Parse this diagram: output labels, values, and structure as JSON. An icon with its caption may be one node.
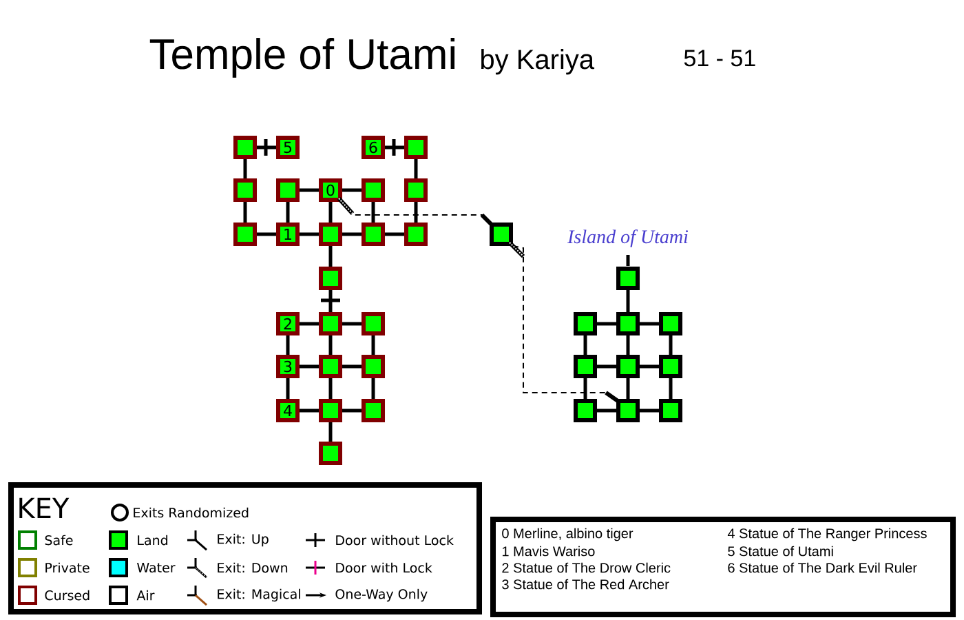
{
  "diagram": {
    "title": "Temple of Utami",
    "nodes": [
      {
        "text": [],
        "shape": "box"
      },
      {
        "text": [
          "5"
        ]
      },
      {
        "text": [
          "6"
        ]
      },
      {
        "text": [],
        "shape": "box"
      },
      {
        "text": [],
        "shape": "box"
      },
      {
        "text": [],
        "shape": "box"
      },
      {
        "text": [
          "0"
        ]
      },
      {
        "text": [],
        "shape": "box"
      },
      {
        "text": [],
        "shape": "box"
      },
      {
        "text": [],
        "shape": "box"
      },
      {
        "text": [
          "1"
        ]
      },
      {
        "text": [],
        "shape": "box"
      },
      {
        "text": [],
        "shape": "box"
      },
      {
        "text": [],
        "shape": "box"
      },
      {
        "text": [],
        "shape": "box"
      },
      {
        "text": [
          "2"
        ]
      },
      {
        "text": [],
        "shape": "box"
      },
      {
        "text": [],
        "shape": "box"
      },
      {
        "text": [
          "3"
        ]
      },
      {
        "text": [],
        "shape": "box"
      },
      {
        "text": [],
        "shape": "box"
      },
      {
        "text": [
          "4"
        ]
      },
      {
        "text": [],
        "shape": "box"
      },
      {
        "text": [],
        "shape": "box"
      },
      {
        "text": [],
        "shape": "box"
      },
      {
        "text": [],
        "shape": "box"
      },
      {
        "text": [],
        "shape": "box"
      },
      {
        "text": [],
        "shape": "box"
      },
      {
        "text": [],
        "shape": "box"
      },
      {
        "text": [],
        "shape": "box"
      },
      {
        "text": [],
        "shape": "box"
      },
      {
        "text": [],
        "shape": "box"
      },
      {
        "text": [],
        "shape": "box"
      },
      {
        "text": [],
        "shape": "box"
      },
      {
        "text": [],
        "shape": "box"
      },
      {
        "text": [],
        "shape": "box"
      }
    ],
    "edges": [
      {
        "from": 0,
        "to": 1,
        "arrow": "none"
      },
      {
        "from": 2,
        "to": 3,
        "arrow": "none"
      },
      {
        "from": 0,
        "to": 4,
        "arrow": "none"
      },
      {
        "from": 3,
        "to": 8,
        "arrow": "none"
      },
      {
        "from": 5,
        "to": 6,
        "arrow": "none"
      },
      {
        "from": 6,
        "to": 7,
        "arrow": "none"
      },
      {
        "from": 4,
        "to": 9,
        "arrow": "none"
      },
      {
        "from": 5,
        "to": 10,
        "arrow": "none"
      },
      {
        "from": 6,
        "to": 11,
        "arrow": "none"
      },
      {
        "from": 7,
        "to": 12,
        "arrow": "none"
      },
      {
        "from": 8,
        "to": 13,
        "arrow": "none"
      },
      {
        "from": 9,
        "to": 10,
        "arrow": "none"
      },
      {
        "from": 10,
        "to": 11,
        "arrow": "none"
      },
      {
        "from": 11,
        "to": 12,
        "arrow": "none"
      },
      {
        "from": 12,
        "to": 13,
        "arrow": "none"
      },
      {
        "from": 11,
        "to": 14,
        "arrow": "none"
      },
      {
        "from": 14,
        "to": 16,
        "arrow": "none"
      },
      {
        "from": 15,
        "to": 16,
        "arrow": "none"
      },
      {
        "from": 16,
        "to": 17,
        "arrow": "none"
      },
      {
        "from": 15,
        "to": 18,
        "arrow": "none"
      },
      {
        "from": 16,
        "to": 19,
        "arrow": "none"
      },
      {
        "from": 17,
        "to": 20,
        "arrow": "none"
      },
      {
        "from": 18,
        "to": 19,
        "arrow": "none"
      },
      {
        "from": 19,
        "to": 20,
        "arrow": "none"
      },
      {
        "from": 18,
        "to": 21,
        "arrow": "none"
      },
      {
        "from": 19,
        "to": 22,
        "arrow": "none"
      },
      {
        "from": 20,
        "to": 23,
        "arrow": "none"
      },
      {
        "from": 21,
        "to": 22,
        "arrow": "none"
      },
      {
        "from": 22,
        "to": 23,
        "arrow": "none"
      },
      {
        "from": 22,
        "to": 24,
        "arrow": "none"
      },
      {
        "from": 6,
        "to": 25,
        "arrow": "none",
        "style": "dashed"
      },
      {
        "from": 25,
        "to": 34,
        "arrow": "none",
        "style": "dashed"
      },
      {
        "from": 26,
        "to": 28,
        "arrow": "none"
      },
      {
        "from": 27,
        "to": 28,
        "arrow": "none"
      },
      {
        "from": 28,
        "to": 29,
        "arrow": "none"
      },
      {
        "from": 27,
        "to": 30,
        "arrow": "none"
      },
      {
        "from": 28,
        "to": 31,
        "arrow": "none"
      },
      {
        "from": 29,
        "to": 32,
        "arrow": "none"
      },
      {
        "from": 30,
        "to": 31,
        "arrow": "none"
      },
      {
        "from": 31,
        "to": 32,
        "arrow": "none"
      },
      {
        "from": 30,
        "to": 33,
        "arrow": "none"
      },
      {
        "from": 31,
        "to": 34,
        "arrow": "none"
      },
      {
        "from": 32,
        "to": 35,
        "arrow": "none"
      },
      {
        "from": 33,
        "to": 34,
        "arrow": "none"
      },
      {
        "from": 34,
        "to": 35,
        "arrow": "none"
      }
    ],
    "labels": [
      "by Kariya",
      "51 - 51",
      "Island of Utami",
      "KEY",
      "0 Merline, albino tiger",
      "1 Mavis Wariso",
      "2 Statue of The Drow Cleric",
      "3 Statue of The Red Archer",
      "4 Statue of The Ranger Princess",
      "5 Statue of Utami",
      "6 Statue of The Dark Evil Ruler"
    ],
    "legend": [
      {
        "text": "Exits Randomized"
      },
      {
        "text": "Safe",
        "color": "#008000"
      },
      {
        "text": "Land",
        "color": "#00ff00"
      },
      {
        "text": "Exit: Up"
      },
      {
        "text": "Door without Lock"
      },
      {
        "text": "Private",
        "color": "#808000"
      },
      {
        "text": "Water",
        "color": "#00ffff"
      },
      {
        "text": "Exit: Down"
      },
      {
        "text": "Door with Lock"
      },
      {
        "text": "Cursed",
        "color": "#800000"
      },
      {
        "text": "Air"
      },
      {
        "text": "Exit: Magical"
      },
      {
        "text": "One-Way Only"
      }
    ]
  }
}
